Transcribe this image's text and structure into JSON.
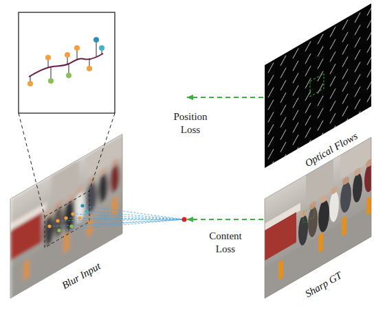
{
  "diagram": {
    "nodes": [
      {
        "text": [
          "Blur Input"
        ]
      },
      {
        "text": [
          "Optical Flows"
        ]
      },
      {
        "text": [
          "Sharp GT"
        ]
      }
    ],
    "edges": [
      {
        "from": 1,
        "to": 0,
        "arrow": "to",
        "label": "Position Loss"
      },
      {
        "from": 2,
        "to": 0,
        "arrow": "to",
        "label": "Content Loss"
      }
    ]
  }
}
